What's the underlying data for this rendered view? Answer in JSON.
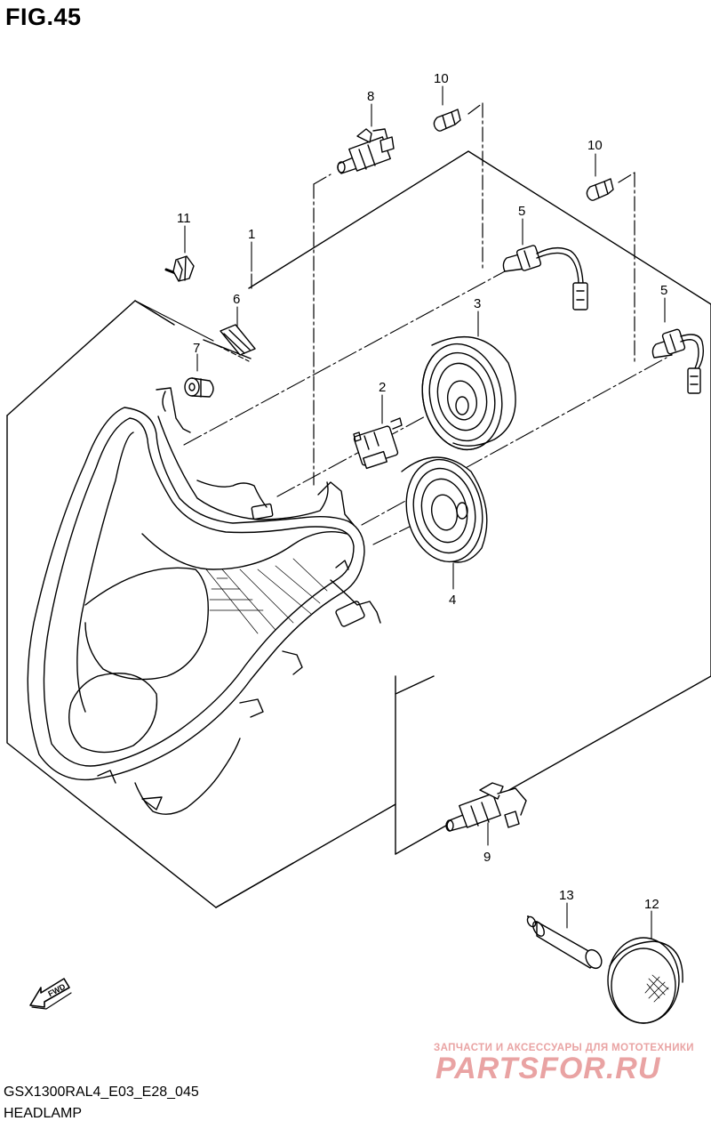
{
  "figure": {
    "title": "FIG.45",
    "model_code": "GSX1300RAL4_E03_E28_045",
    "name": "HEADLAMP"
  },
  "direction_marker": {
    "label": "FWD",
    "icon": "fwd-arrow-icon"
  },
  "parts": [
    {
      "callout": "1"
    },
    {
      "callout": "2"
    },
    {
      "callout": "3"
    },
    {
      "callout": "4"
    },
    {
      "callout": "5"
    },
    {
      "callout": "5"
    },
    {
      "callout": "6"
    },
    {
      "callout": "7"
    },
    {
      "callout": "8"
    },
    {
      "callout": "9"
    },
    {
      "callout": "10"
    },
    {
      "callout": "10"
    },
    {
      "callout": "11"
    },
    {
      "callout": "12"
    },
    {
      "callout": "13"
    }
  ],
  "watermark": {
    "tagline": "ЗАПЧАСТИ И АКСЕССУАРЫ ДЛЯ МОТОТЕХНИКИ",
    "brand": "PARTSFOR.RU",
    "color": "#e9a3a3"
  }
}
